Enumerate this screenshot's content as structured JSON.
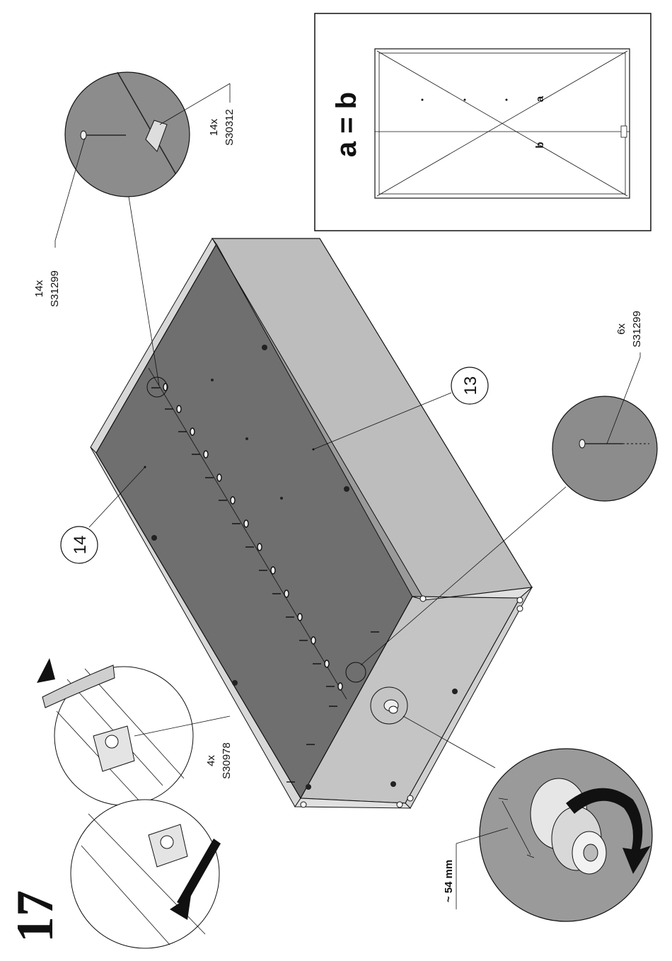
{
  "step_number": "17",
  "check_box": {
    "formula": "a = b",
    "diag_a": "a",
    "diag_b": "b"
  },
  "parts": {
    "part_14": "14",
    "part_13": "13"
  },
  "callouts": [
    {
      "id": "top-left-nail",
      "qty": "14x",
      "code": "S31299"
    },
    {
      "id": "top-clip",
      "qty": "14x",
      "code": "S30312"
    },
    {
      "id": "right-nail",
      "qty": "6x",
      "code": "S31299"
    },
    {
      "id": "cam-lock",
      "qty": "4x",
      "code": "S30978"
    }
  ],
  "dimension": "~ 54 mm",
  "colors": {
    "panel_dark": "#6f6f6f",
    "panel_light": "#bdbdbd",
    "circle": "#9a9a9a",
    "line": "#111111"
  }
}
